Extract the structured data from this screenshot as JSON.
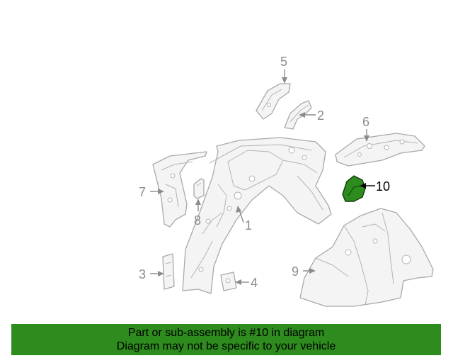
{
  "diagram": {
    "callouts": [
      {
        "id": "1",
        "label": "1",
        "highlighted": false
      },
      {
        "id": "2",
        "label": "2",
        "highlighted": false
      },
      {
        "id": "3",
        "label": "3",
        "highlighted": false
      },
      {
        "id": "4",
        "label": "4",
        "highlighted": false
      },
      {
        "id": "5",
        "label": "5",
        "highlighted": false
      },
      {
        "id": "6",
        "label": "6",
        "highlighted": false
      },
      {
        "id": "7",
        "label": "7",
        "highlighted": false
      },
      {
        "id": "8",
        "label": "8",
        "highlighted": false
      },
      {
        "id": "9",
        "label": "9",
        "highlighted": false
      },
      {
        "id": "10",
        "label": "10",
        "highlighted": true
      }
    ],
    "colors": {
      "highlight": "#2e8b1e",
      "part_outline": "#a9a9a9",
      "callout_text": "#8c8c8c"
    }
  },
  "banner": {
    "line1": "Part or sub-assembly is #10 in diagram",
    "line2": "Diagram may not be specific to your vehicle",
    "background": "#2e8b1e"
  }
}
